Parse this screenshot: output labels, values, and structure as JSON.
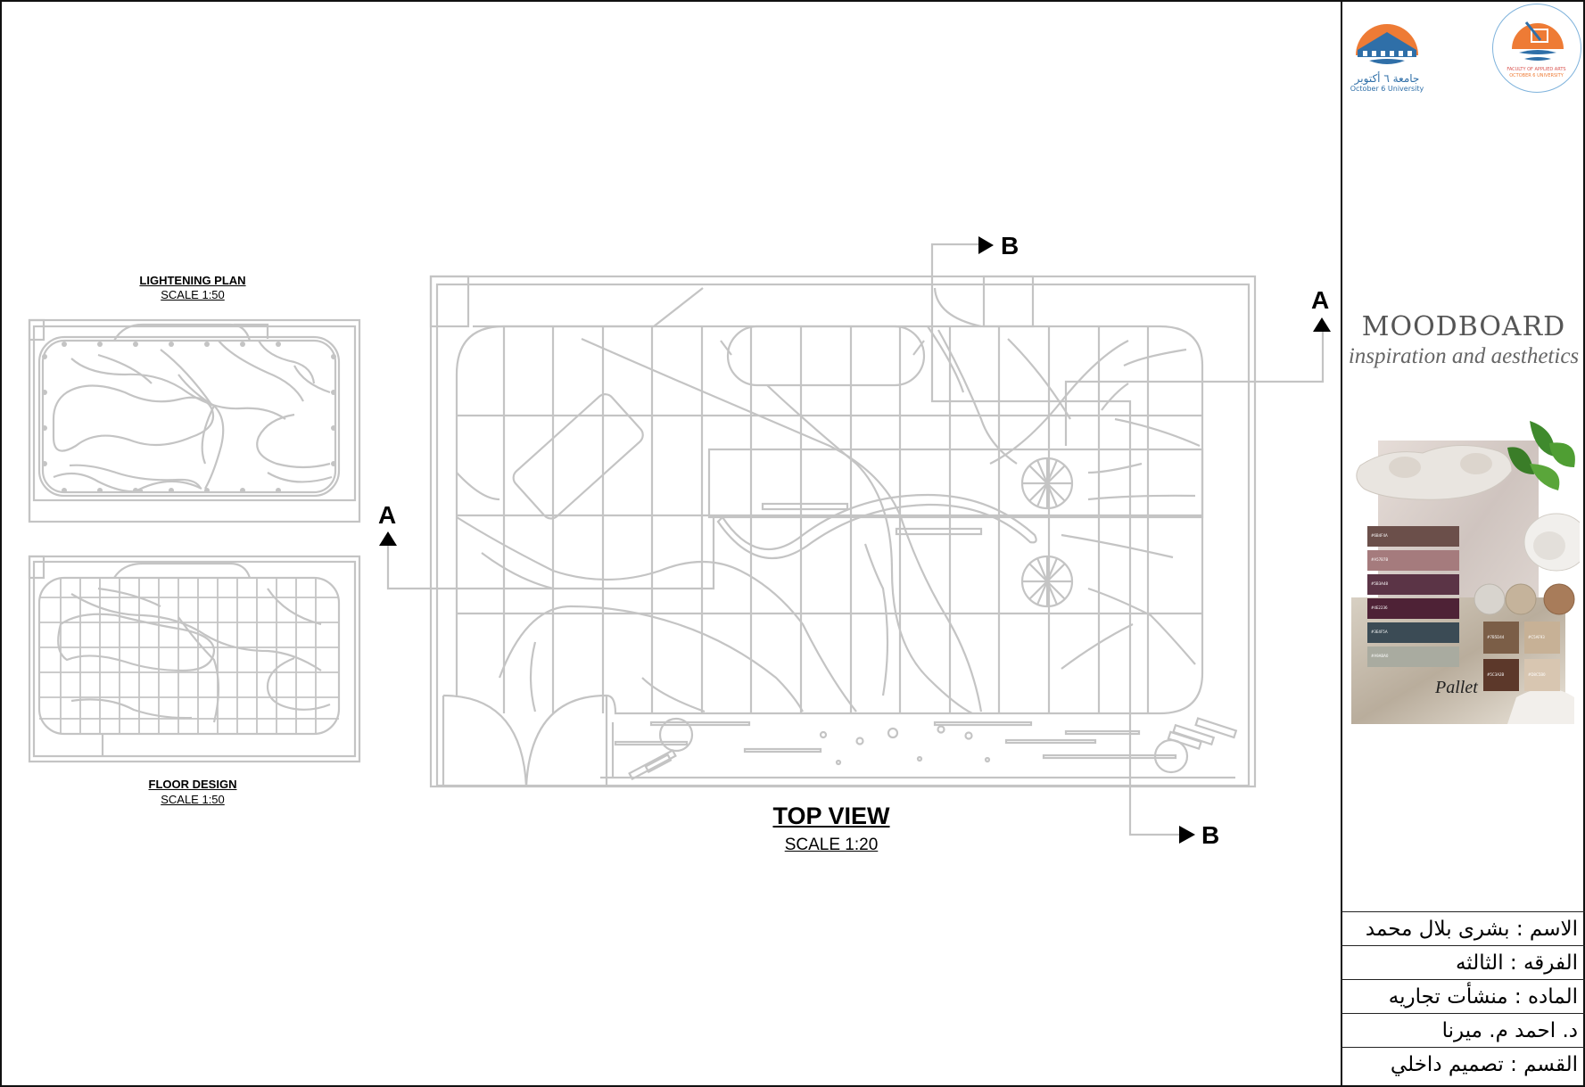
{
  "drawings": {
    "lightening_plan": {
      "title": "LIGHTENING PLAN",
      "scale": "SCALE 1:50"
    },
    "floor_design": {
      "title": "FLOOR DESIGN ",
      "scale": "SCALE 1:50"
    },
    "top_view": {
      "title": "TOP VIEW",
      "scale": "SCALE 1:20"
    }
  },
  "section_markers": {
    "a": "A",
    "b": "B"
  },
  "logos": {
    "university_ar": "جامعة ٦ أكتوبر",
    "university_en": "October 6 University",
    "faculty_line1": "FACULTY OF APPLIED ARTS",
    "faculty_line2": "OCTOBER 6 UNIVERSITY"
  },
  "moodboard": {
    "title": "MOODBOARD",
    "subtitle": "inspiration and aesthetics",
    "pallet_label": "Pallet",
    "swatches": [
      {
        "code": "#6B4F4A",
        "color": "#6b4f4a"
      },
      {
        "code": "#A57B7B",
        "color": "#a57b7d"
      },
      {
        "code": "#5B3A48",
        "color": "#5b3446"
      },
      {
        "code": "#4E2236",
        "color": "#4e2236"
      },
      {
        "code": "#3E4F5A",
        "color": "#3b4b55"
      },
      {
        "code": "#A9ABA0",
        "color": "#a9aba0"
      }
    ],
    "tiles": [
      {
        "code": "#7B5D44",
        "color": "#7b5e47"
      },
      {
        "code": "#C5AF93",
        "color": "#c7b196"
      },
      {
        "code": "#5C3A2B",
        "color": "#5c382a"
      },
      {
        "code": "#D8C5B0",
        "color": "#d8c6b1"
      }
    ]
  },
  "info": {
    "name": "الاسم : بشرى بلال محمد",
    "year": "الفرقه : الثالثه",
    "subject": "الماده : منشأت تجاريه",
    "supervisors": "د. احمد       م. ميرنا",
    "department": "القسم : تصميم داخلي"
  },
  "colors": {
    "line": "#c4c4c4",
    "orange": "#ee7b35",
    "blue": "#2f6fa8",
    "border": "#111111"
  }
}
